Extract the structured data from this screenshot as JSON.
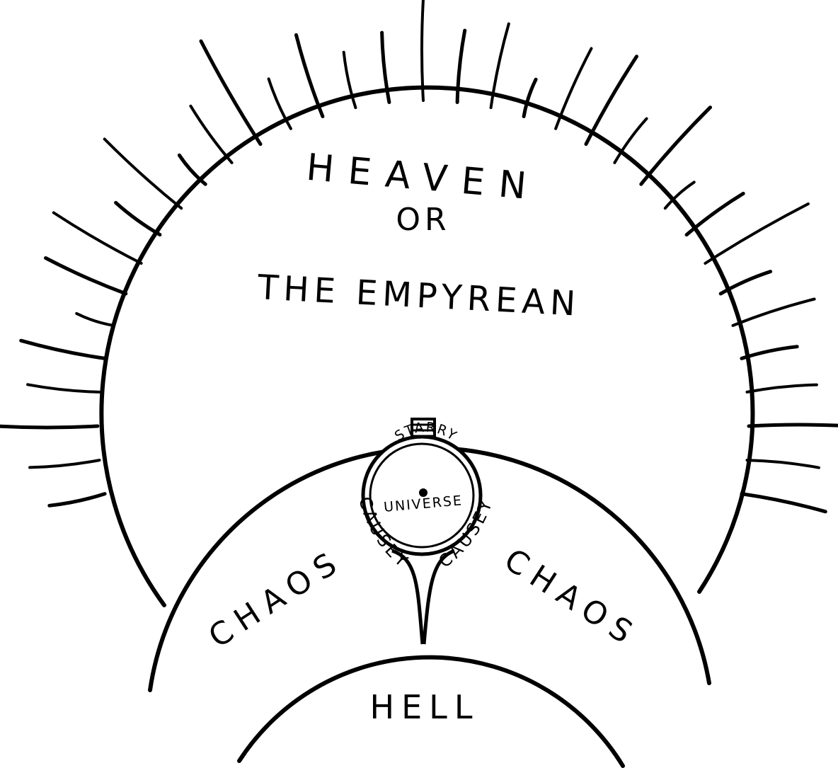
{
  "diagram": {
    "heaven_line1": "HEAVEN",
    "heaven_line2": "OR",
    "heaven_line3": "THE EMPYREAN",
    "chaos_left": "CHAOS",
    "chaos_right": "CHAOS",
    "causey_left": "CAUSEY",
    "causey_right": "CAUSEY",
    "universe_top": "STARRY",
    "universe_bottom": "UNIVERSE",
    "hell": "HELL"
  },
  "colors": {
    "ink": "#000000",
    "paper": "#ffffff"
  }
}
